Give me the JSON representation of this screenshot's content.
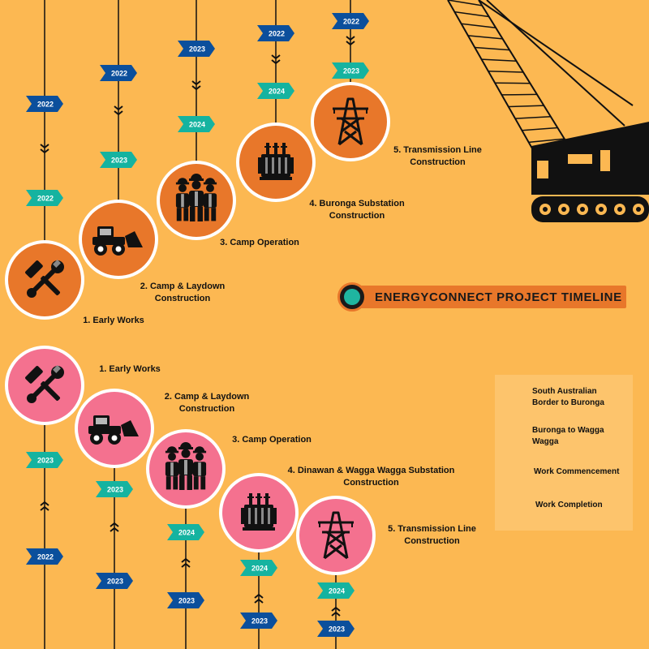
{
  "title": "ENERGYCONNECT PROJECT TIMELINE",
  "colors": {
    "background": "#fcb852",
    "orange": "#e8772a",
    "pink": "#f4718f",
    "commencement": "#0b4f9c",
    "completion": "#15b3a0"
  },
  "orange_section": {
    "stages": [
      {
        "label": "1. Early Works",
        "icon": "tools-icon",
        "commencement": "2022",
        "completion": "2022"
      },
      {
        "label": "2. Camp & Laydown Construction",
        "icon": "bulldozer-icon",
        "commencement": "2022",
        "completion": "2023"
      },
      {
        "label": "3. Camp Operation",
        "icon": "workers-icon",
        "commencement": "2023",
        "completion": "2024"
      },
      {
        "label": "4. Buronga Substation Construction",
        "icon": "substation-icon",
        "commencement": "2022",
        "completion": "2024"
      },
      {
        "label": "5. Transmission Line Construction",
        "icon": "pylon-icon",
        "commencement": "2022",
        "completion": "2023"
      }
    ]
  },
  "pink_section": {
    "stages": [
      {
        "label": "1. Early Works",
        "icon": "tools-icon",
        "commencement": "2022",
        "completion": "2023"
      },
      {
        "label": "2. Camp & Laydown Construction",
        "icon": "bulldozer-icon",
        "commencement": "2023",
        "completion": "2023"
      },
      {
        "label": "3. Camp Operation",
        "icon": "workers-icon",
        "commencement": "2023",
        "completion": "2024"
      },
      {
        "label": "4. Dinawan & Wagga Wagga Substation Construction",
        "icon": "substation-icon",
        "commencement": "2023",
        "completion": "2024"
      },
      {
        "label": "5. Transmission Line Construction",
        "icon": "pylon-icon",
        "commencement": "2023",
        "completion": "2024"
      }
    ]
  },
  "legend": {
    "orange": "South Australian Border to Buronga",
    "pink": "Buronga to Wagga Wagga",
    "commencement": "Work Commencement",
    "completion": "Work Completion"
  }
}
